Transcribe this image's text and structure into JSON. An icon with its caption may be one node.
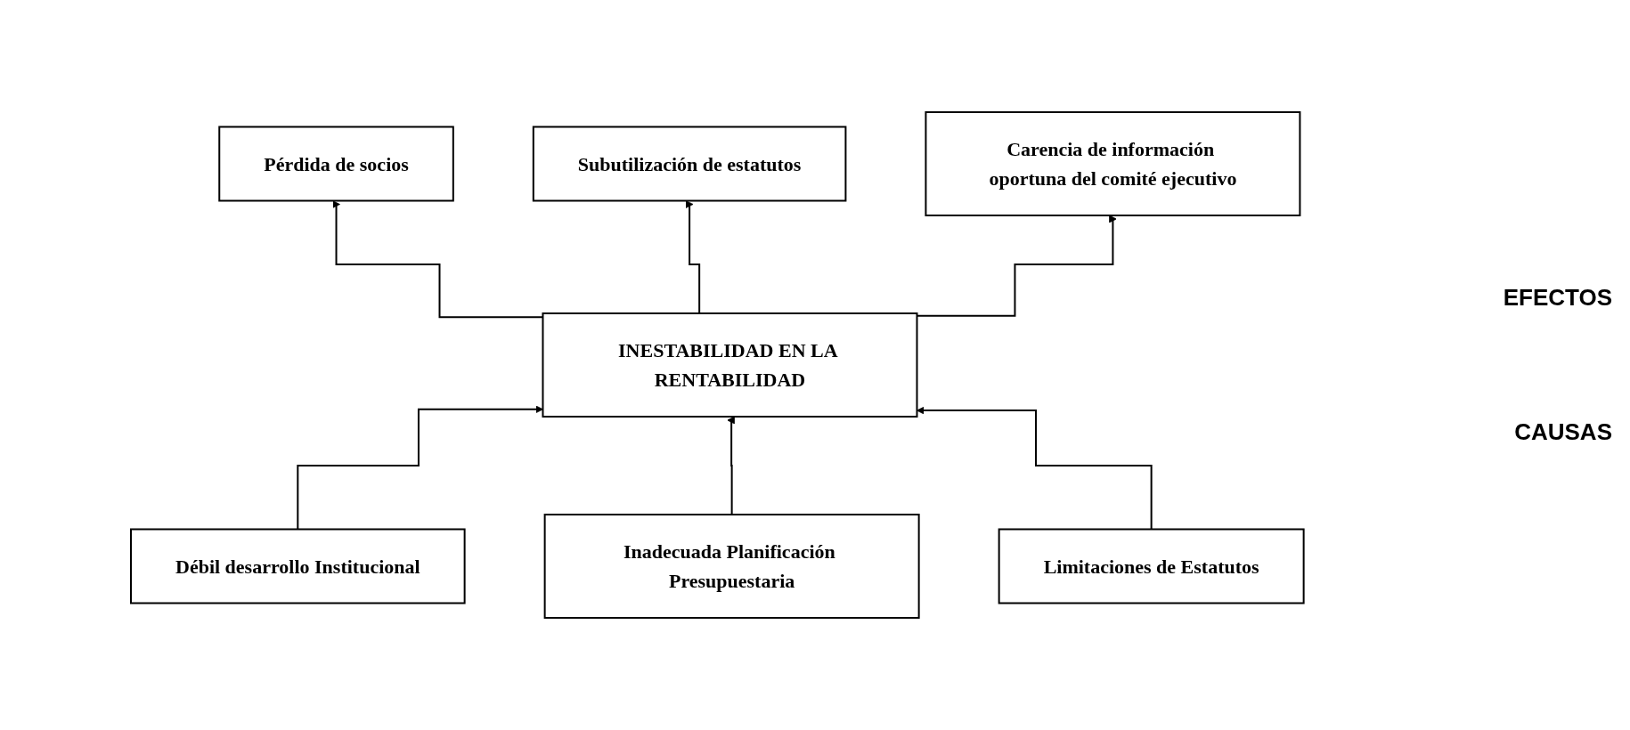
{
  "diagram": {
    "nodes": [
      {
        "text": [
          "Pérdida de socios"
        ]
      },
      {
        "text": [
          "Subutilización de estatutos"
        ]
      },
      {
        "text": [
          "Carencia de información oportuna del comité ejecutivo"
        ]
      },
      {
        "text": [
          "INESTABILIDAD EN LA RENTABILIDAD"
        ]
      },
      {
        "text": [
          "Débil desarrollo Institucional"
        ]
      },
      {
        "text": [
          "Inadecuada Planificación Presupuestaria"
        ]
      },
      {
        "text": [
          "Limitaciones de Estatutos"
        ]
      }
    ],
    "edges": [
      {
        "from": 3,
        "to": 0,
        "arrow": "to"
      },
      {
        "from": 3,
        "to": 1,
        "arrow": "to"
      },
      {
        "from": 3,
        "to": 2,
        "arrow": "to"
      },
      {
        "from": 4,
        "to": 3,
        "arrow": "to"
      },
      {
        "from": 5,
        "to": 3,
        "arrow": "to"
      },
      {
        "from": 6,
        "to": 3,
        "arrow": "to"
      }
    ],
    "labels": [
      "EFECTOS",
      "CAUSAS"
    ]
  }
}
